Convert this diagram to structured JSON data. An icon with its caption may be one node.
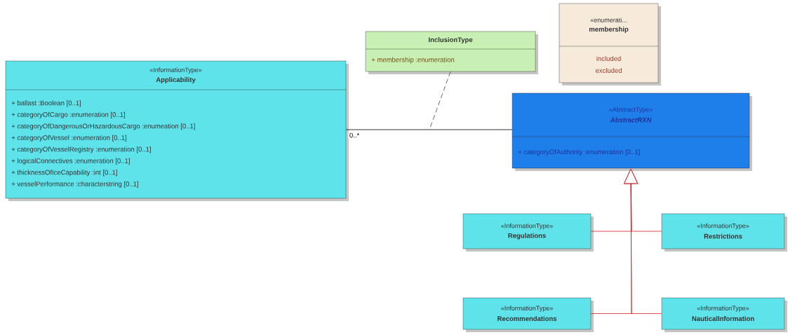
{
  "diagram": {
    "nodes": [
      {
        "text": [
          "«InformationType»",
          "Applicability",
          "+ ballast :Boolean [0..1]",
          "+ categoryOfCargo :enumeration [0..1]",
          "+ categoryOfDangerousOrHazardousCargo :enumeation [0..1]",
          "+ categoryOfVessel :enumeration [0..1]",
          "+ categoryOfVesselRegistry :enumeration [0..1]",
          "+ logicalConnectives :enumeration [0..1]",
          "+ thicknessOfIceCapability :int [0..1]",
          "+ vesselPerformance :characterstring [0..1]"
        ]
      },
      {
        "text": [
          "InclusionType",
          "+ membership :enumeration"
        ]
      },
      {
        "text": [
          "«enumerati...",
          "membership",
          "included",
          "excluded"
        ]
      },
      {
        "text": [
          "«AbstractType»",
          "AbstractRXN",
          "+ categoryOfAuthority :enumeration [0..1]"
        ]
      },
      {
        "text": [
          "«InformationType»",
          "Regulations"
        ]
      },
      {
        "text": [
          "«InformationType»",
          "Restrictions"
        ]
      },
      {
        "text": [
          "«InformationType»",
          "Recommendations"
        ]
      },
      {
        "text": [
          "«InformationType»",
          "NauticalInformation"
        ]
      }
    ],
    "edges": [
      {
        "from": 0,
        "to": 3,
        "arrow": "none",
        "label": "0..*",
        "color": "#000000"
      },
      {
        "from": 1,
        "to": null,
        "arrow": "none",
        "style": "dashed",
        "color": "#444444"
      },
      {
        "from": 4,
        "to": 3,
        "arrow": "to",
        "color": "#cc2222"
      },
      {
        "from": 5,
        "to": 3,
        "arrow": "to",
        "color": "#cc2222"
      },
      {
        "from": 6,
        "to": 3,
        "arrow": "to",
        "color": "#cc2222"
      },
      {
        "from": 7,
        "to": 3,
        "arrow": "to",
        "color": "#cc2222"
      }
    ]
  }
}
